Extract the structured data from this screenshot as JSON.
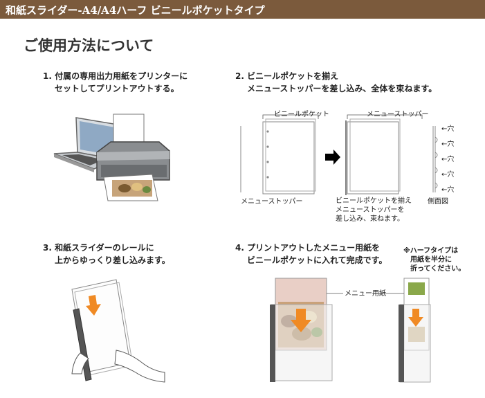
{
  "header": {
    "title": "和紙スライダー-A4/A4ハーフ ビニールポケットタイプ"
  },
  "page_title": "ご使用方法について",
  "steps": [
    {
      "number": "1.",
      "line1": "付属の専用出力用紙をプリンターに",
      "line2": "セットしてプリントアウトする。"
    },
    {
      "number": "2.",
      "line1": "ビニールポケットを揃え",
      "line2": "メニューストッパーを差し込み、全体を束ねます。"
    },
    {
      "number": "3.",
      "line1": "和紙スライダーのレールに",
      "line2": "上からゆっくり差し込みます。"
    },
    {
      "number": "4.",
      "line1": "プリントアウトしたメニュー用紙を",
      "line2": "ビニールポケットに入れて完成です。"
    }
  ],
  "step2_labels": {
    "vinyl_pocket": "ビニールポケット",
    "menu_stopper_top": "メニューストッパー",
    "menu_stopper_bottom": "メニューストッパー",
    "caption": [
      "ビニールポケットを揃え",
      "メニューストッパーを",
      "差し込み、束ねます。"
    ],
    "side_view": "側面図",
    "holes": [
      "←穴",
      "←穴",
      "←穴",
      "←穴",
      "←穴"
    ]
  },
  "step4_labels": {
    "menu_paper": "メニュー用紙",
    "note": [
      "※ハーフタイプは",
      "用紙を半分に",
      "折ってください。"
    ]
  },
  "colors": {
    "header_bg": "#7b5a3c",
    "arrow_orange": "#f08a24",
    "rail_dark": "#555555"
  }
}
